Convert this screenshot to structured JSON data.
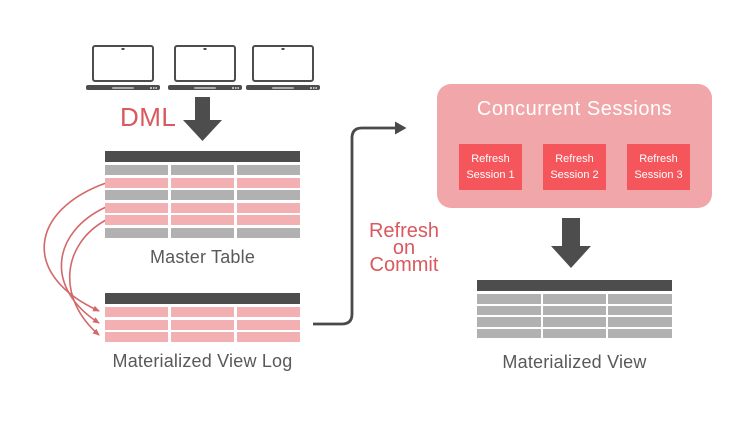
{
  "colors": {
    "dark": "#4d4d4d",
    "connector": "#4a4a4a",
    "text_red": "#d9595d",
    "arrow_red": "#d3686b",
    "panel_pink": "#f1a7a9",
    "button_red": "#f4565b",
    "row_pink": "#f3b0b2",
    "row_gray": "#b1b1b1",
    "label_gray": "#595959"
  },
  "labels": {
    "dml": "DML",
    "refresh_on_commit_lines": [
      "Refresh",
      "on",
      "Commit"
    ]
  },
  "icons": {
    "clients": [
      "laptop-icon",
      "laptop-icon",
      "laptop-icon"
    ],
    "arrows": [
      "dml-down-arrow",
      "log-curve-arrows",
      "refresh-on-commit-connector",
      "refresh-down-arrow"
    ]
  },
  "master_table": {
    "label": "Master Table",
    "columns": 3,
    "row_colors": [
      "gray",
      "pink",
      "gray",
      "pink",
      "pink",
      "gray"
    ]
  },
  "mv_log": {
    "label": "Materialized View Log",
    "columns": 3,
    "row_colors": [
      "pink",
      "pink",
      "pink"
    ]
  },
  "materialized_view": {
    "label": "Materialized View",
    "columns": 3,
    "row_colors": [
      "gray",
      "gray",
      "gray",
      "gray"
    ]
  },
  "concurrent_sessions": {
    "title": "Concurrent Sessions",
    "buttons": [
      "Refresh Session 1",
      "Refresh Session 2",
      "Refresh Session 3"
    ]
  }
}
